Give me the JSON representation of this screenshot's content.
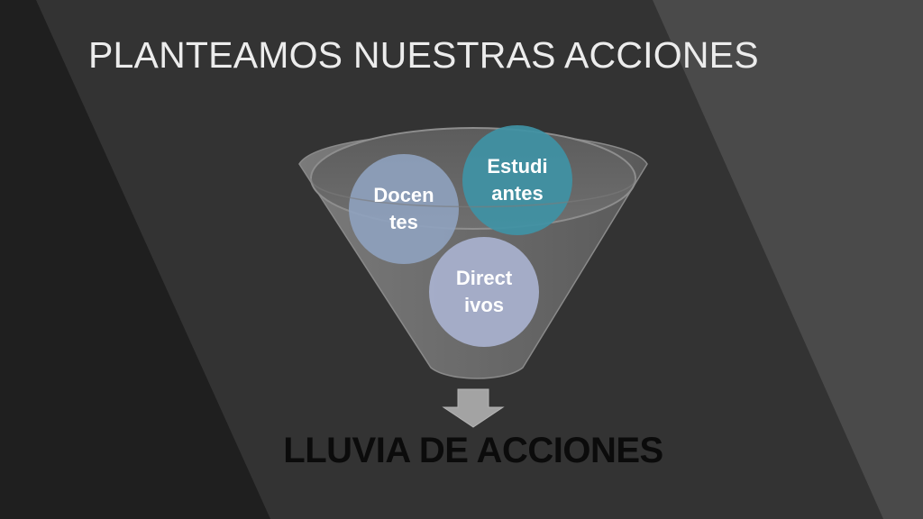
{
  "slide": {
    "title": "PLANTEAMOS NUESTRAS ACCIONES",
    "result_label": "LLUVIA DE ACCIONES"
  },
  "funnel": {
    "circles": [
      {
        "label": "Docen\ntes",
        "color": "#8fa2bf"
      },
      {
        "label": "Estudi\nantes",
        "color": "#3f92a5"
      },
      {
        "label": "Direct\nivos",
        "color": "#a9b2cf"
      }
    ]
  },
  "colors": {
    "background_dark": "#1f1f1f",
    "background_mid": "#333333",
    "background_light": "#4a4a4a",
    "funnel": "#6e6e6e",
    "arrow": "#a3a3a3"
  }
}
